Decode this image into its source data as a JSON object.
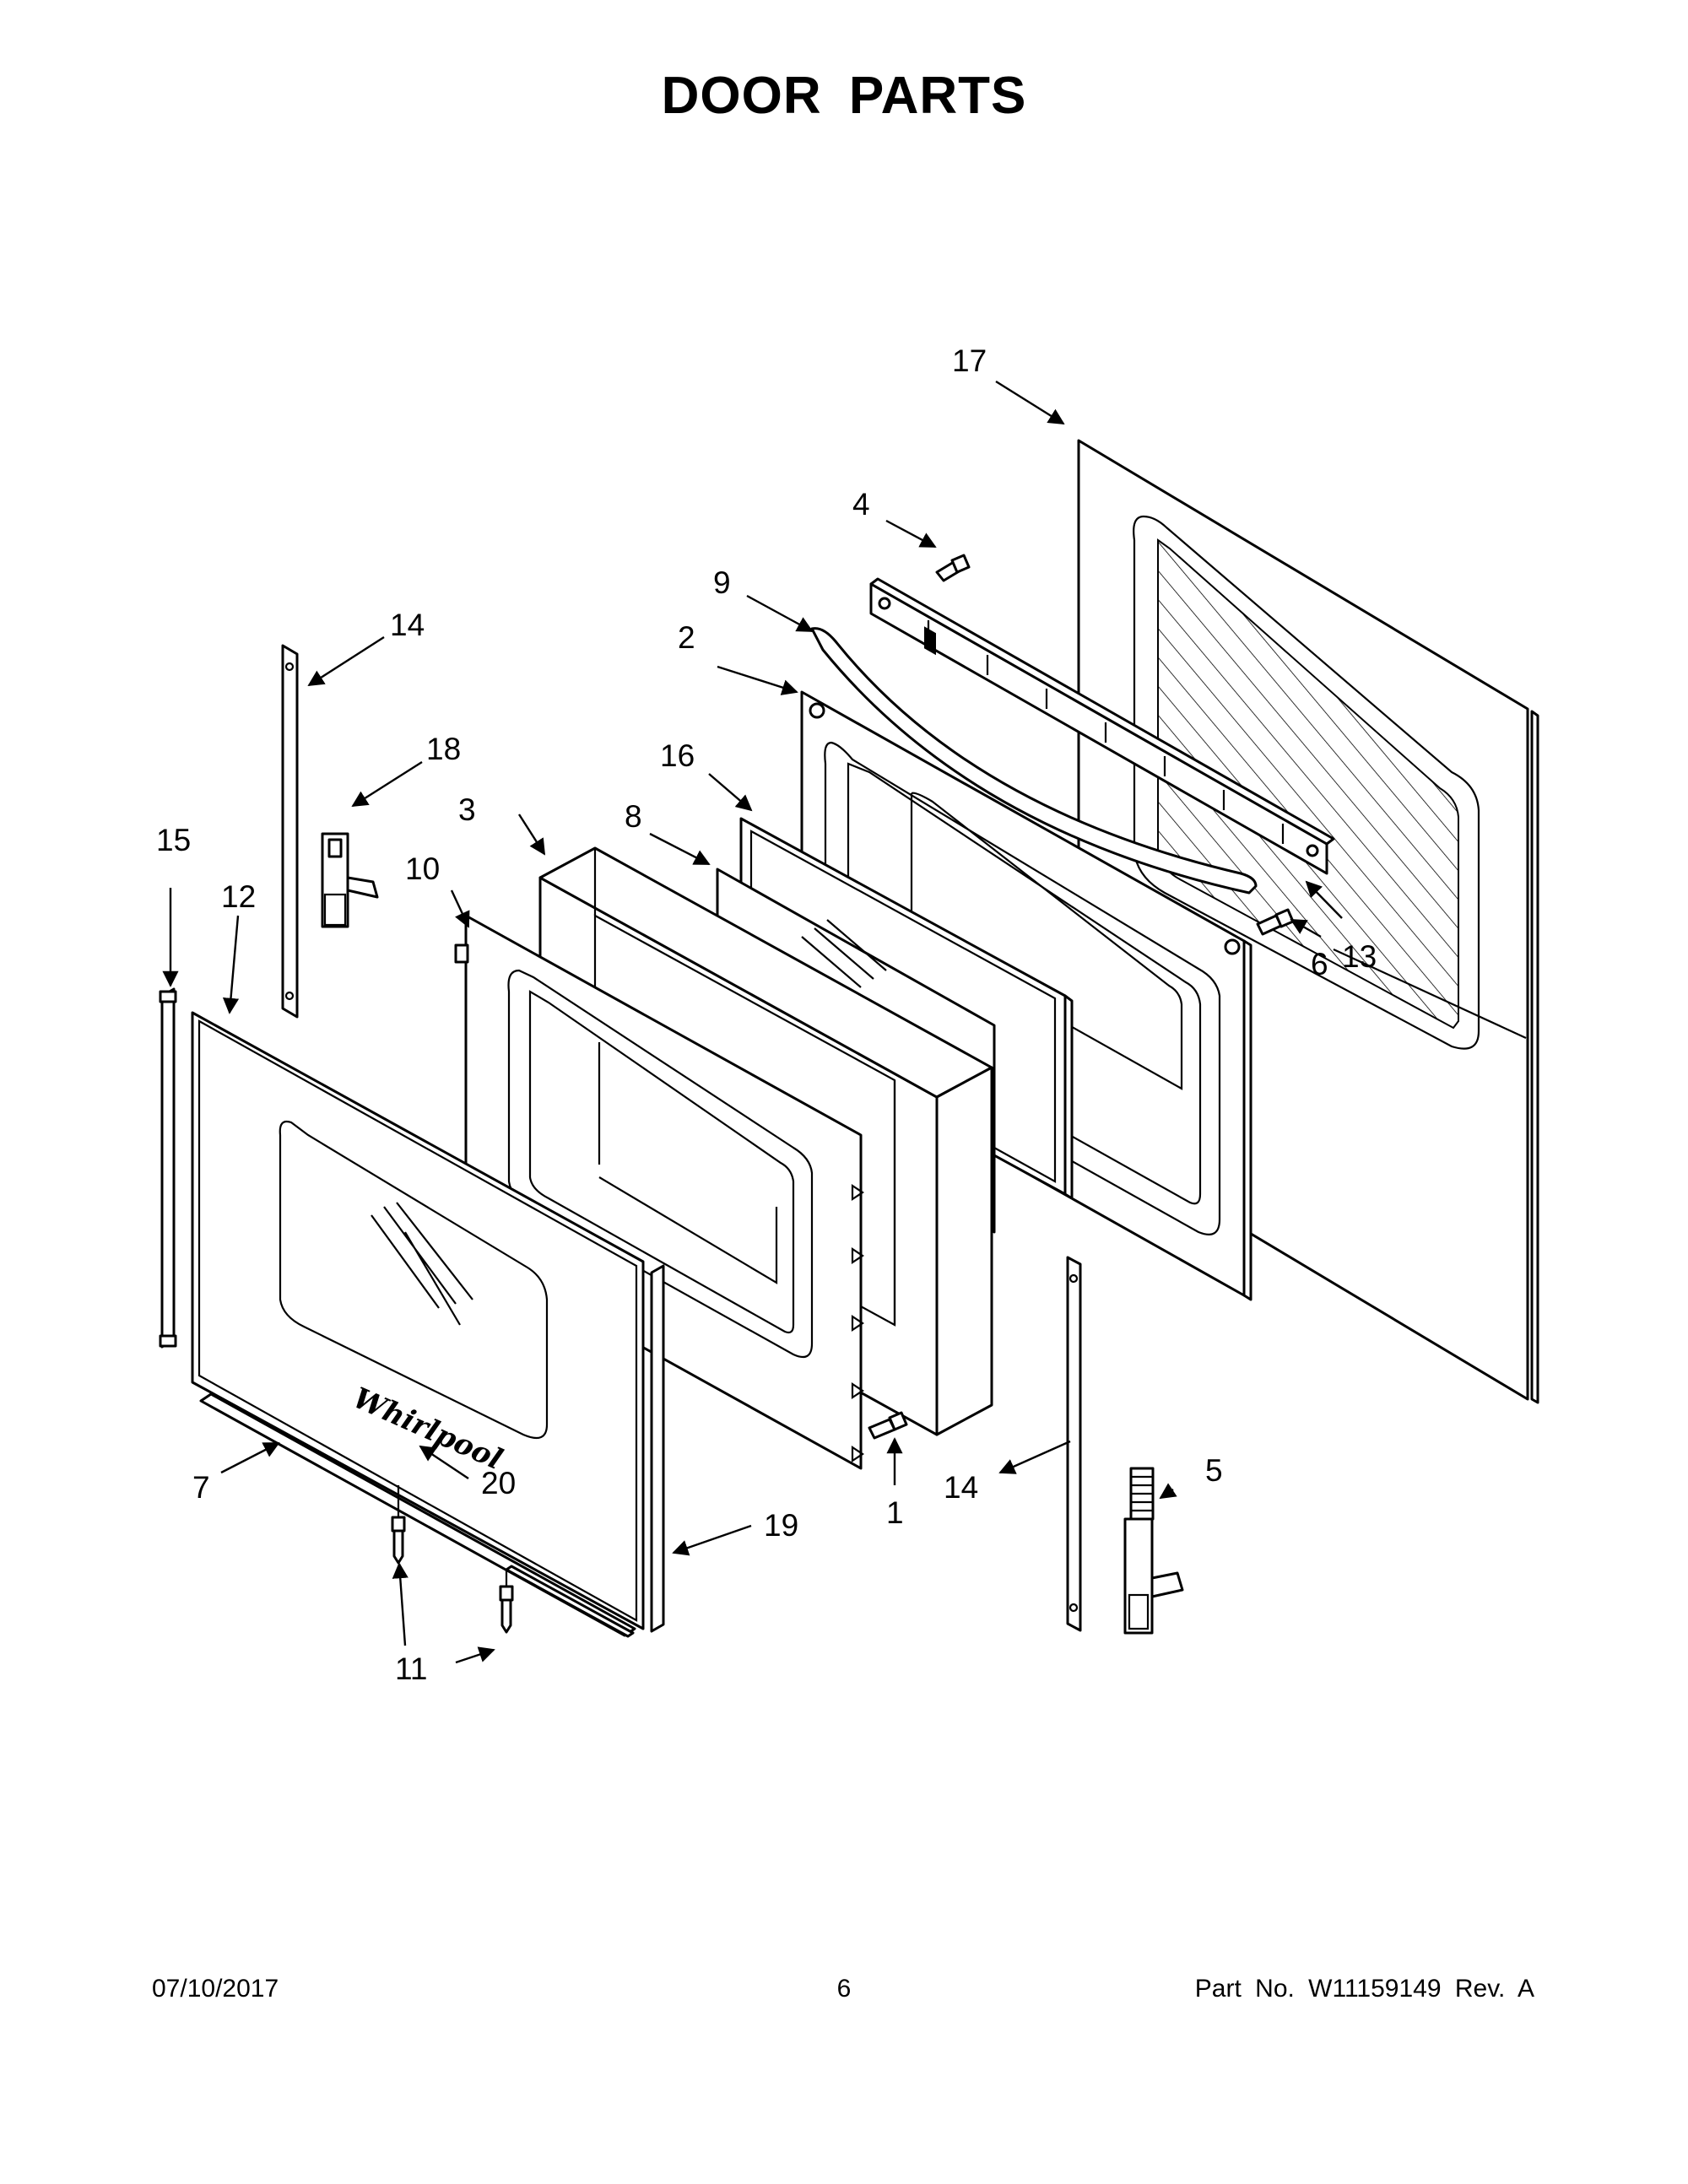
{
  "title": "DOOR PARTS",
  "footer": {
    "date": "07/10/2017",
    "page": "6",
    "part_no": "Part No.  W11159149  Rev.  A"
  },
  "callouts": {
    "c1": "1",
    "c2": "2",
    "c3": "3",
    "c4": "4",
    "c5": "5",
    "c6": "6",
    "c7": "7",
    "c8": "8",
    "c9": "9",
    "c10": "10",
    "c11": "11",
    "c12": "12",
    "c13": "13",
    "c14a": "14",
    "c14b": "14",
    "c15": "15",
    "c16": "16",
    "c17": "17",
    "c18": "18",
    "c19": "19",
    "c20": "20"
  },
  "logo_text": "Whirlpool"
}
